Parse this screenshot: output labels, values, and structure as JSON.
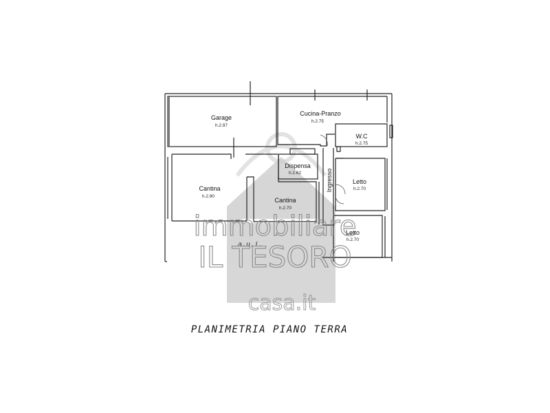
{
  "rooms": {
    "garage": {
      "name": "Garage",
      "height": "h.2.97"
    },
    "cucina": {
      "name": "Cucina-Pranzo",
      "height": "h.2.75"
    },
    "wc": {
      "name": "W.C",
      "height": "h.2.75"
    },
    "dispensa": {
      "name": "Dispensa",
      "height": "h.2.62"
    },
    "cantina_left": {
      "name": "Cantina",
      "height": "h.2.90"
    },
    "cantina_center": {
      "name": "Cantina",
      "height": "h.2.70"
    },
    "ingresso": {
      "name": "Ingresso"
    },
    "letto_1": {
      "name": "Letto",
      "height": "h.2.70"
    },
    "letto_2": {
      "name": "Letto",
      "height": "h.2.70"
    }
  },
  "aui_label": "a.u.i.",
  "watermark": {
    "line1": "immobiliare",
    "line2": "IL TESORO",
    "casa": "casa.it"
  },
  "caption": "PLANIMETRIA PIANO TERRA",
  "colors": {
    "wall": "#222222",
    "watermark": "#8a8a8a",
    "background": "#ffffff"
  }
}
